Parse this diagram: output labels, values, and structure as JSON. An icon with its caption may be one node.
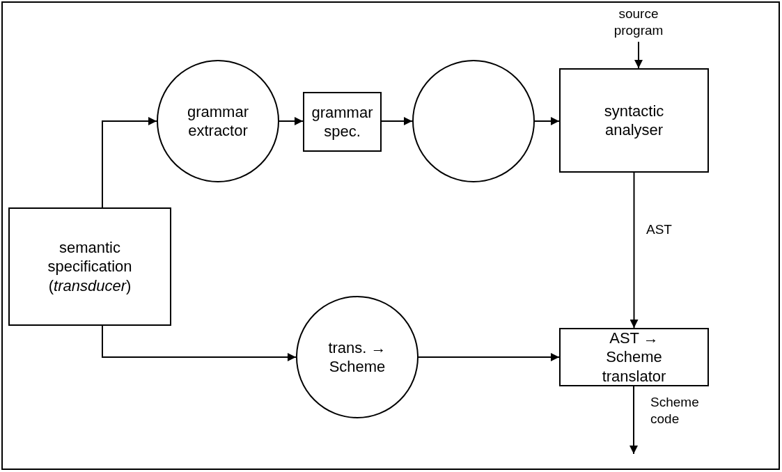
{
  "diagram": {
    "nodes": [
      {
        "text": [
          "semantic specification (*transducer*)"
        ]
      },
      {
        "text": [
          "grammar extractor"
        ]
      },
      {
        "text": [
          "grammar spec."
        ]
      },
      {
        "text": [],
        "shape": "circle"
      },
      {
        "text": [
          "syntactic analyser"
        ]
      },
      {
        "text": [
          "trans. → Scheme"
        ]
      },
      {
        "text": [
          "AST → Scheme translator"
        ]
      },
      {
        "text": [
          "source program"
        ]
      }
    ],
    "edges": [
      {
        "from": 0,
        "to": 1,
        "arrow": "to"
      },
      {
        "from": 1,
        "to": 2,
        "arrow": "to"
      },
      {
        "from": 2,
        "to": 3,
        "arrow": "to"
      },
      {
        "from": 3,
        "to": 4,
        "arrow": "to"
      },
      {
        "from": 7,
        "to": 4,
        "arrow": "to"
      },
      {
        "from": 4,
        "to": 6,
        "label": "AST",
        "arrow": "to"
      },
      {
        "from": 0,
        "to": 5,
        "arrow": "to"
      },
      {
        "from": 5,
        "to": 6,
        "arrow": "to"
      },
      {
        "from": 6,
        "to": null,
        "label": "Scheme code",
        "arrow": "to"
      }
    ]
  }
}
